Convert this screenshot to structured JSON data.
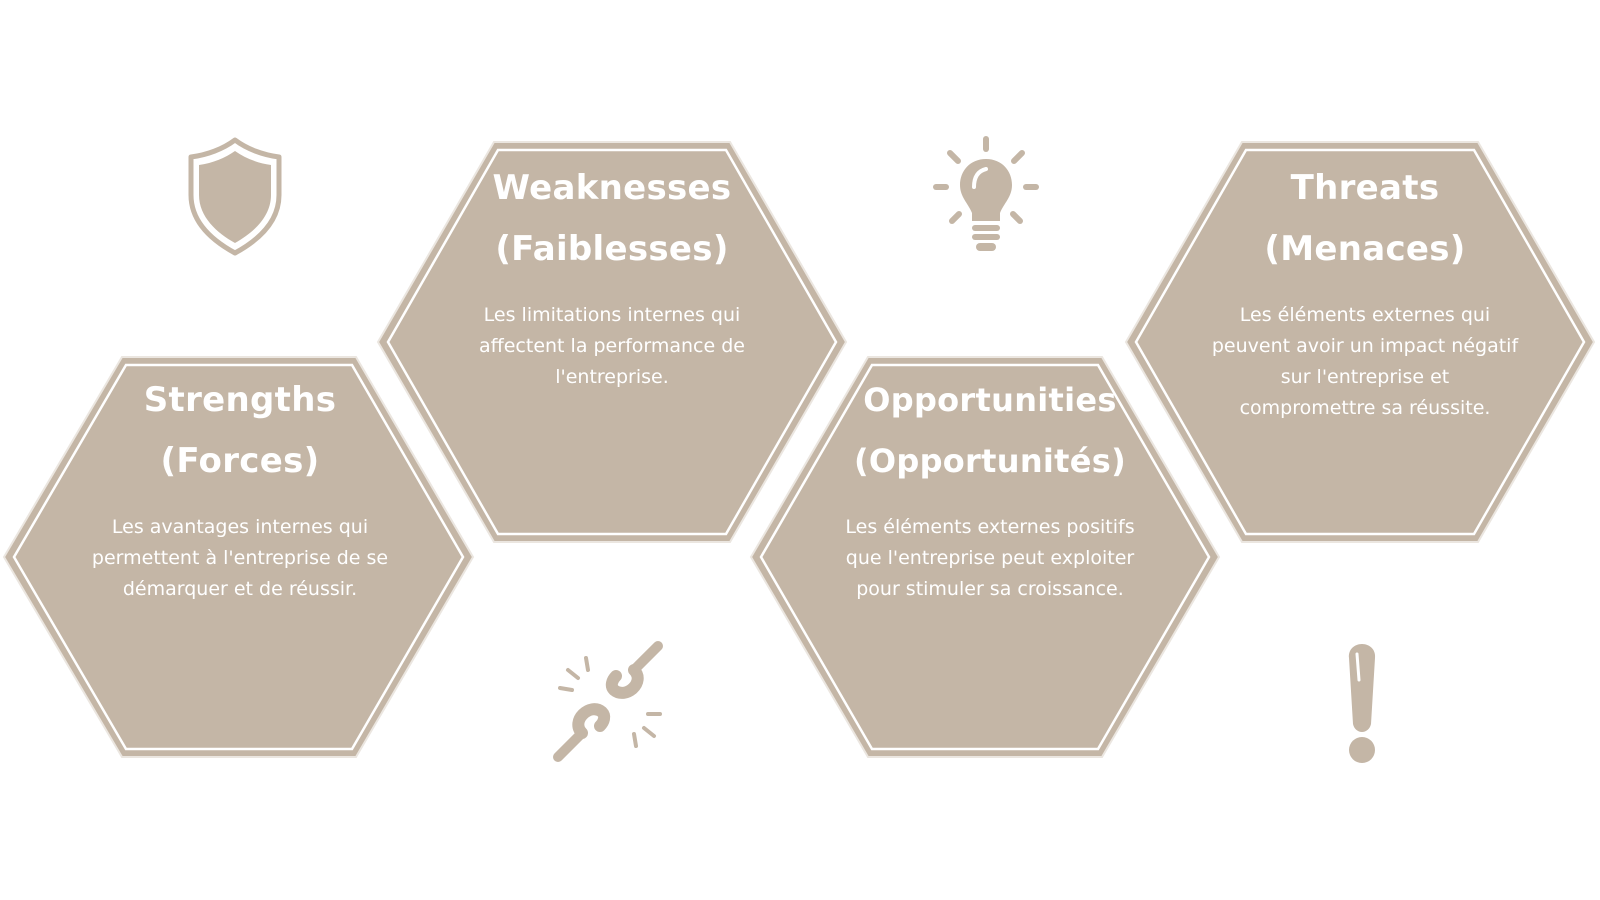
{
  "colors": {
    "fill": "#c4b6a6",
    "border": "#ffffff",
    "icon": "#c4b6a6",
    "text": "#ffffff",
    "background": "#ffffff"
  },
  "cards": {
    "strengths": {
      "title_line1": "Strengths",
      "title_line2": "(Forces)",
      "description": "Les avantages internes qui permettent à l'entreprise de se démarquer et de réussir.",
      "icon": "shield-icon"
    },
    "weaknesses": {
      "title_line1": "Weaknesses",
      "title_line2": "(Faiblesses)",
      "description": "Les limitations internes qui affectent la performance de l'entreprise.",
      "icon": "broken-link-icon"
    },
    "opportunities": {
      "title_line1": "Opportunities",
      "title_line2": "(Opportunités)",
      "description": "Les éléments externes positifs que l'entreprise peut exploiter pour stimuler sa croissance.",
      "icon": "lightbulb-icon"
    },
    "threats": {
      "title_line1": "Threats",
      "title_line2": "(Menaces)",
      "description": "Les éléments externes qui peuvent avoir un impact négatif sur l'entreprise et compromettre sa réussite.",
      "icon": "exclamation-icon"
    }
  }
}
